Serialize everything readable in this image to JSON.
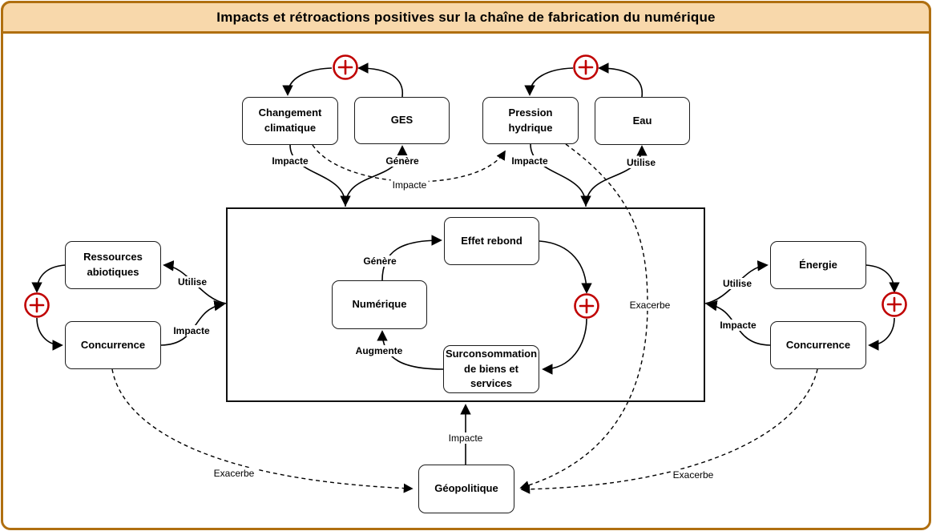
{
  "title": "Impacts et rétroactions positives sur la chaîne de fabrication du numérique",
  "colors": {
    "frame_border": "#b06f10",
    "title_background": "#f8d8ab",
    "feedback_red": "#c00000",
    "line_black": "#000000",
    "box_background": "#ffffff"
  },
  "icons": {
    "positive_feedback": "plus-circle"
  },
  "nodes": {
    "changement_climatique": "Changement climatique",
    "ges": "GES",
    "pression_hydrique": "Pression hydrique",
    "eau": "Eau",
    "effet_rebond": "Effet rebond",
    "numerique": "Numérique",
    "surconsommation": "Surconsommation de biens et services",
    "ressources_abiotiques": "Ressources abiotiques",
    "concurrence_gauche": "Concurrence",
    "energie": "Énergie",
    "concurrence_droite": "Concurrence",
    "geopolitique": "Géopolitique"
  },
  "edge_labels": {
    "impacte_changement_vers_centre": "Impacte",
    "genere_ges": "Génère",
    "impacte_changement_vers_pression": "Impacte",
    "impacte_pression_vers_centre": "Impacte",
    "utilise_eau": "Utilise",
    "utilise_ressources": "Utilise",
    "impacte_concurrence_gauche": "Impacte",
    "utilise_energie": "Utilise",
    "impacte_concurrence_droite": "Impacte",
    "genere_effet_rebond": "Génère",
    "augmente_numerique": "Augmente",
    "exacerbe_pression_vers_geopolitique": "Exacerbe",
    "impacte_geopolitique_vers_centre": "Impacte",
    "exacerbe_concurrence_gauche": "Exacerbe",
    "exacerbe_concurrence_droite": "Exacerbe"
  }
}
